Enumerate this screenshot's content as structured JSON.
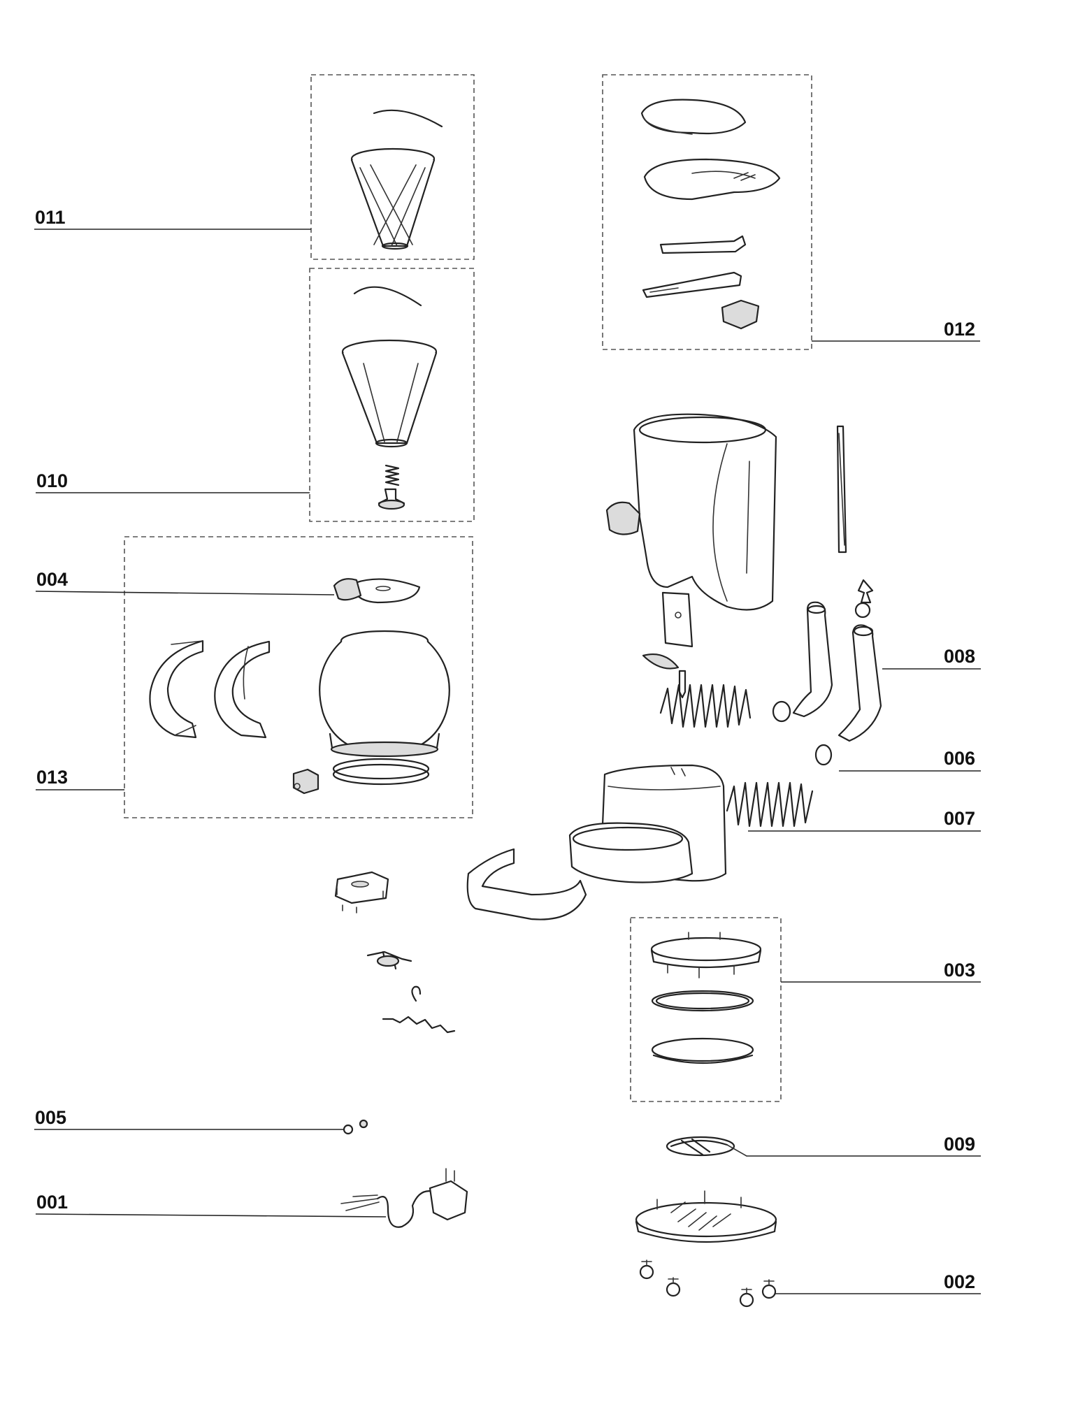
{
  "callouts": {
    "c001": "001",
    "c002": "002",
    "c003": "003",
    "c004": "004",
    "c005": "005",
    "c006": "006",
    "c007": "007",
    "c008": "008",
    "c009": "009",
    "c010": "010",
    "c011": "011",
    "c012": "012",
    "c013": "013"
  },
  "colors": {
    "line": "#222222",
    "background": "#ffffff",
    "shade": "#dcdcdc"
  }
}
